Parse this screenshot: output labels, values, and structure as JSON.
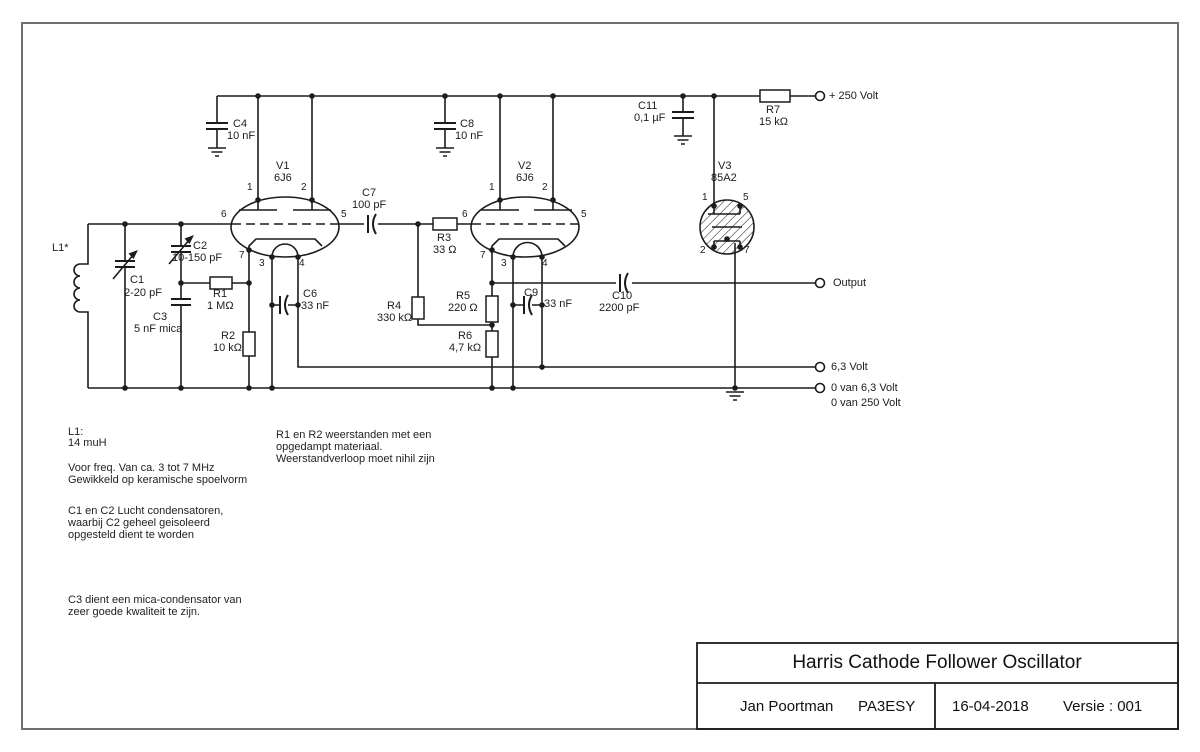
{
  "schematic": {
    "components": {
      "l1": {
        "ref": "L1*"
      },
      "c1": {
        "ref": "C1",
        "value": "2-20 pF"
      },
      "c2": {
        "ref": "C2",
        "value": "10-150 pF"
      },
      "c3": {
        "ref": "C3",
        "value": "5 nF mica"
      },
      "c4": {
        "ref": "C4",
        "value": "10 nF"
      },
      "c6": {
        "ref": "C6",
        "value": "33 nF"
      },
      "c7": {
        "ref": "C7",
        "value": "100 pF"
      },
      "c8": {
        "ref": "C8",
        "value": "10 nF"
      },
      "c9": {
        "ref": "C9",
        "value": "33 nF"
      },
      "c10": {
        "ref": "C10",
        "value": "2200 pF"
      },
      "c11": {
        "ref": "C11",
        "value": "0,1 µF"
      },
      "r1": {
        "ref": "R1",
        "value": "1 MΩ"
      },
      "r2": {
        "ref": "R2",
        "value": "10 kΩ"
      },
      "r3": {
        "ref": "R3",
        "value": "33 Ω"
      },
      "r4": {
        "ref": "R4",
        "value": "330 kΩ"
      },
      "r5": {
        "ref": "R5",
        "value": "220 Ω"
      },
      "r6": {
        "ref": "R6",
        "value": "4,7 kΩ"
      },
      "r7": {
        "ref": "R7",
        "value": "15 kΩ"
      },
      "v1": {
        "ref": "V1",
        "value": "6J6"
      },
      "v2": {
        "ref": "V2",
        "value": "6J6"
      },
      "v3": {
        "ref": "V3",
        "value": "85A2"
      }
    },
    "pins": {
      "p1": "1",
      "p2": "2",
      "p3": "3",
      "p4": "4",
      "p5": "5",
      "p6": "6",
      "p7": "7"
    },
    "terminals": {
      "plus250": "+ 250 Volt",
      "output": "Output",
      "heater": "6,3 Volt",
      "zero_heater": "0 van 6,3 Volt",
      "zero_b": "0 van 250 Volt"
    },
    "notes": {
      "left": [
        "L1:",
        "14 muH",
        "Voor freq. Van ca. 3 tot 7 MHz",
        "Gewikkeld op keramische spoelvorm",
        "C1 en C2 Lucht condensatoren,",
        "waarbij C2 geheel geisoleerd",
        "opgesteld dient te worden",
        "C3 dient een mica-condensator van",
        "zeer goede kwaliteit te zijn."
      ],
      "right": [
        "R1 en R2 weerstanden met een",
        "opgedampt materiaal.",
        "Weerstandverloop moet nihil zijn"
      ]
    },
    "title_block": {
      "title": "Harris Cathode Follower Oscillator",
      "author_name": "Jan Poortman",
      "author_call": "PA3ESY",
      "date": "16-04-2018",
      "version": "Versie : 001"
    },
    "colors": {
      "line": "#1c1c1c",
      "frame": "#6f6f6f",
      "background": "#ffffff"
    }
  }
}
